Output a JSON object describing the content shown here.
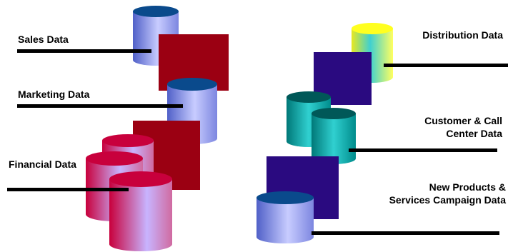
{
  "labels": {
    "sales": "Sales Data",
    "marketing": "Marketing  Data",
    "financial": "Financial Data",
    "distribution": "Distribution Data",
    "customer_line1": "Customer & Call",
    "customer_line2": "Center Data",
    "newprod_line1": "New Products  &",
    "newprod_line2": "Services Campaign Data"
  },
  "colors": {
    "background": "#ffffff",
    "dark_red_square": "#9b0012",
    "navy_square": "#2a0a80",
    "connector_line": "#000000",
    "blue_cylinder_top": "#0a4a8c",
    "blue_cylinder_body_light": "#c8ccff",
    "blue_cylinder_body_dark": "#5060c8",
    "pink_cylinder_top": "#c8003c",
    "pink_cylinder_body_light": "#c8b4ff",
    "teal_cylinder_top": "#005858",
    "teal_cylinder_body": "#1ab4b4",
    "yellow_cylinder_top": "#ffff20"
  }
}
